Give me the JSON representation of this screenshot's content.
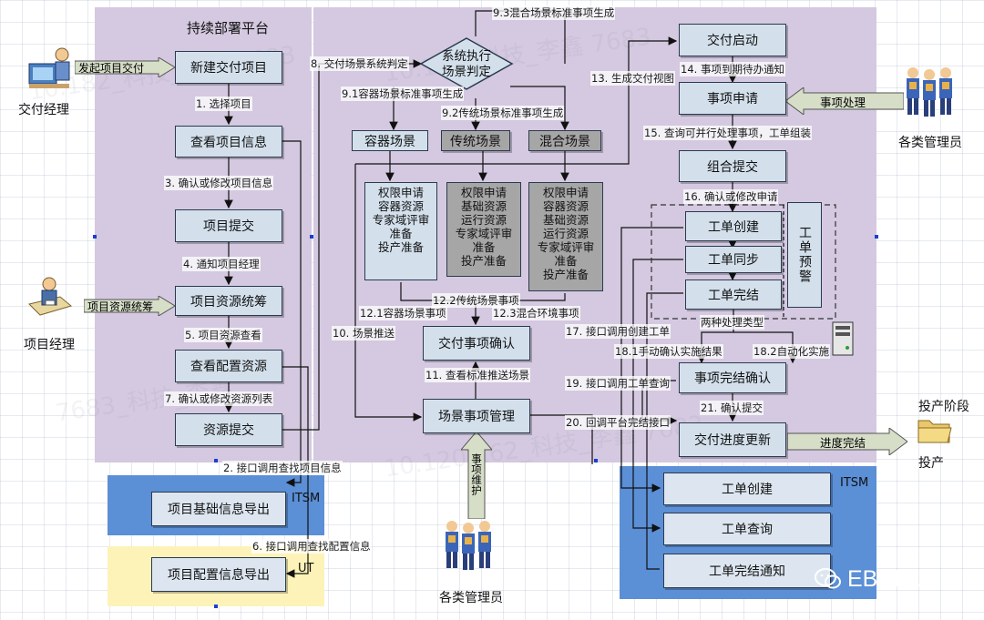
{
  "regions": {
    "platform_title": "持续部署平台",
    "itsm_left": "ITSM",
    "itsm_right": "ITSM",
    "ut": "UT"
  },
  "people": {
    "delivery_manager": "交付经理",
    "project_manager": "项目经理",
    "admins_right": "各类管理员",
    "admins_bottom": "各类管理员",
    "production_stage": "投产阶段",
    "production": "投产"
  },
  "block_arrows": {
    "initiate_delivery": "发起项目交付",
    "project_resource": "项目资源统筹",
    "item_processing": "事项处理",
    "item_maintenance": "事项维护",
    "progress_complete": "进度完结"
  },
  "left_boxes": {
    "new_project": "新建交付项目",
    "view_project": "查看项目信息",
    "submit_project": "项目提交",
    "resource_plan": "项目资源统筹",
    "view_config": "查看配置资源",
    "submit_resource": "资源提交"
  },
  "left_labels": {
    "s1": "1. 选择项目",
    "s3": "3. 确认或修改项目信息",
    "s4": "4. 通知项目经理",
    "s5": "5. 项目资源查看",
    "s7": "7. 确认或修改资源列表",
    "s2": "2. 接口调用查找项目信息",
    "s6": "6. 接口调用查找配置信息"
  },
  "export_boxes": {
    "basic_info": "项目基础信息导出",
    "config_info": "项目配置信息导出"
  },
  "middle": {
    "decision": "系统执行\n场景判定",
    "s8": "8. 交付场景系统判定",
    "s9_1": "9.1容器场景标准事项生成",
    "s9_2": "9.2传统场景标准事项生成",
    "s9_3": "9.3混合场景标准事项生成",
    "container_scene": "容器场景",
    "traditional_scene": "传统场景",
    "mixed_scene": "混合场景",
    "container_items": "权限申请\n容器资源\n专家域评审\n准备\n投产准备",
    "traditional_items": "权限申请\n基础资源\n运行资源\n专家域评审\n准备\n投产准备",
    "mixed_items": "权限申请\n容器资源\n基础资源\n运行资源\n专家域评审\n准备\n投产准备",
    "s12_1": "12.1容器场景事项",
    "s12_2": "12.2传统场景事项",
    "s12_3": "12.3混合环境事项",
    "s10": "10. 场景推送",
    "confirm_items": "交付事项确认",
    "s11": "11. 查看标准推送场景",
    "scene_manage": "场景事项管理"
  },
  "right": {
    "delivery_start": "交付启动",
    "s13": "13. 生成交付视图",
    "s14": "14. 事项到期待办通知",
    "item_apply": "事项申请",
    "s15": "15. 查询可并行处理事项，工单组装",
    "combine_submit": "组合提交",
    "s16": "16. 确认或修改申请",
    "wo_create": "工单创建",
    "wo_sync": "工单同步",
    "wo_finish": "工单完结",
    "wo_alert": "工单预警",
    "two_types": "两种处理类型",
    "s17": "17. 接口调用创建工单",
    "s18_1": "18.1手动确认实施结果",
    "s18_2": "18.2自动化实施",
    "item_done_confirm": "事项完结确认",
    "s19": "19. 接口调用工单查询",
    "s21": "21. 确认提交",
    "s20": "20. 回调平台完结接口",
    "progress_update": "交付进度更新"
  },
  "itsm_boxes": {
    "create": "工单创建",
    "query": "工单查询",
    "notify": "工单完结通知"
  },
  "logo": {
    "text": "EBCloud"
  },
  "colors": {
    "platform_bg": "#d4c9e0",
    "itsm_bg": "#5b8fd6",
    "ut_bg": "#fdf3b8",
    "box_fill": "#d3e0ec",
    "gray_box": "#a6a6a6"
  }
}
